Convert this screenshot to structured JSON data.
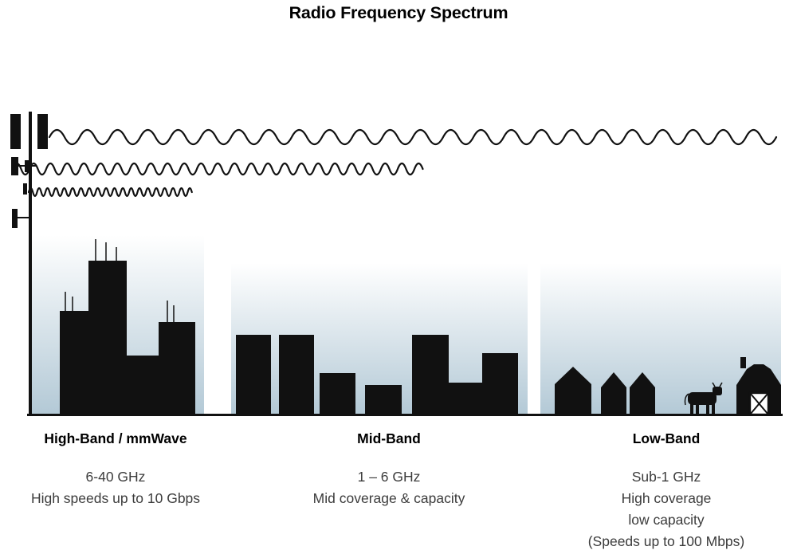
{
  "title": "Radio Frequency Spectrum",
  "bands": [
    {
      "id": "high-band",
      "name": "High-Band / mmWave",
      "lines": [
        "6-40 GHz",
        "High speeds up to 10 Gbps"
      ]
    },
    {
      "id": "mid-band",
      "name": "Mid-Band",
      "lines": [
        "1 – 6 GHz",
        "Mid coverage & capacity"
      ]
    },
    {
      "id": "low-band",
      "name": "Low-Band",
      "lines": [
        "Sub-1 GHz",
        "High coverage",
        "low capacity",
        "(Speeds up to 100 Mbps)"
      ]
    }
  ],
  "colors": {
    "ink": "#111111",
    "sky_bottom": "#b3c9d6"
  }
}
